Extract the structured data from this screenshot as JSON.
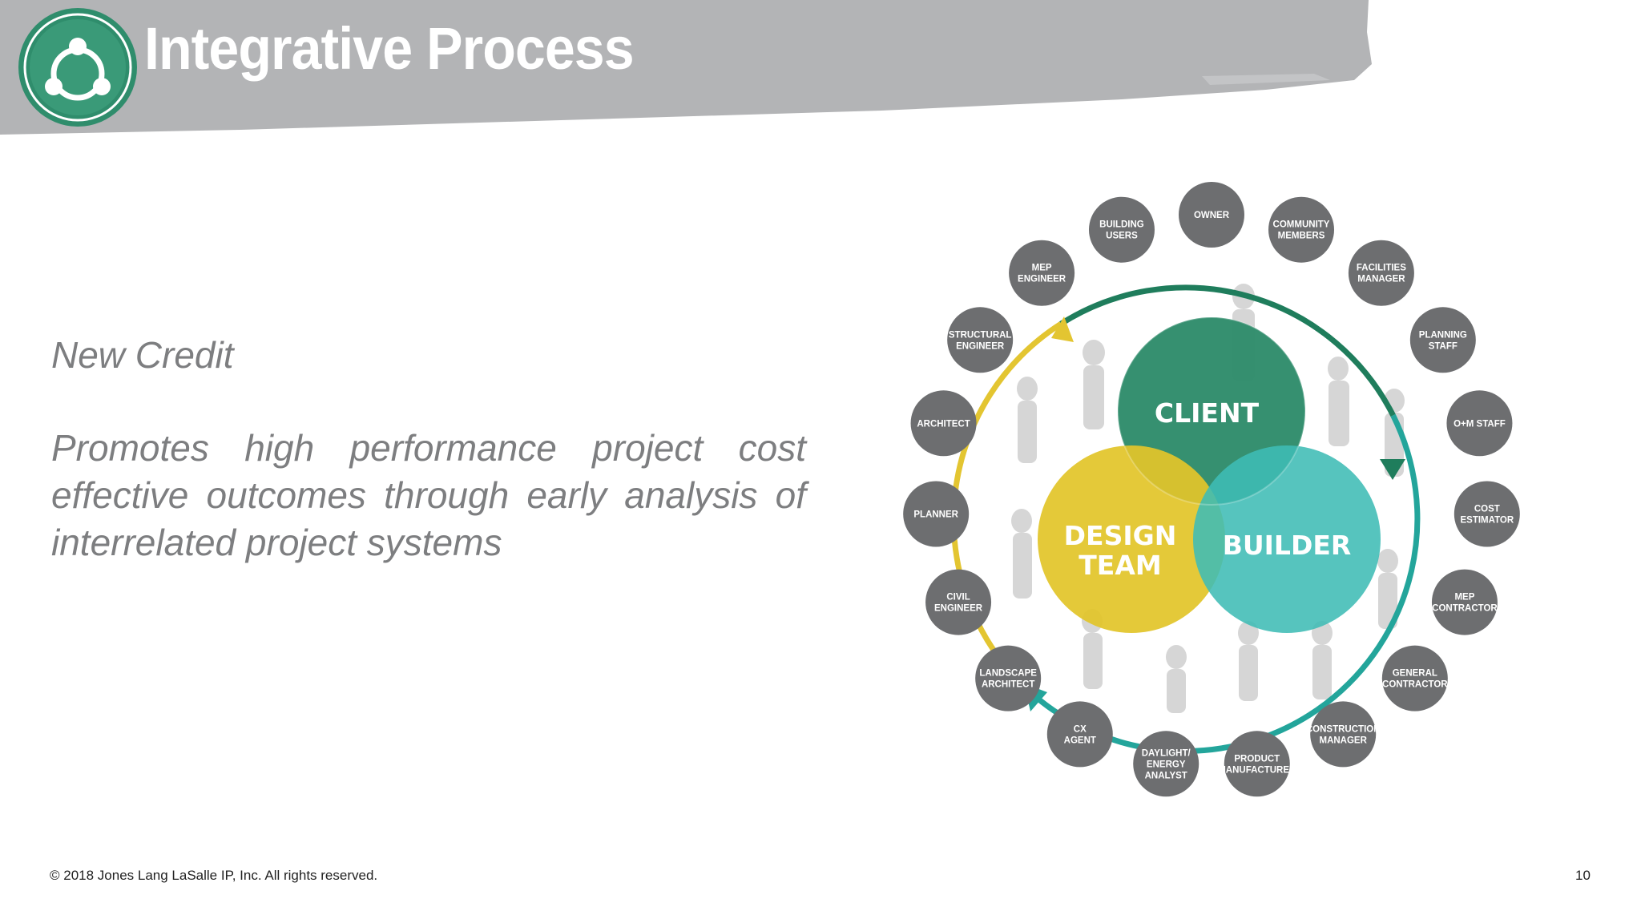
{
  "header": {
    "title": "Integrative Process",
    "logo_icon": "team-cycle-icon"
  },
  "content": {
    "subtitle": "New Credit",
    "description": "Promotes high performance project cost effective outcomes through early analysis of interrelated project systems"
  },
  "diagram": {
    "core": {
      "client": "CLIENT",
      "design_team_line1": "DESIGN",
      "design_team_line2": "TEAM",
      "builder": "BUILDER"
    },
    "roles": [
      {
        "line1": "OWNER",
        "line2": ""
      },
      {
        "line1": "COMMUNITY",
        "line2": "MEMBERS"
      },
      {
        "line1": "FACILITIES",
        "line2": "MANAGER"
      },
      {
        "line1": "PLANNING",
        "line2": "STAFF"
      },
      {
        "line1": "O+M STAFF",
        "line2": ""
      },
      {
        "line1": "COST",
        "line2": "ESTIMATOR"
      },
      {
        "line1": "MEP",
        "line2": "CONTRACTOR"
      },
      {
        "line1": "GENERAL",
        "line2": "CONTRACTOR"
      },
      {
        "line1": "CONSTRUCTION",
        "line2": "MANAGER"
      },
      {
        "line1": "PRODUCT",
        "line2": "MANUFACTURER"
      },
      {
        "line1": "DAYLIGHT/",
        "line2": "ENERGY",
        "line3": "ANALYST"
      },
      {
        "line1": "CX",
        "line2": "AGENT"
      },
      {
        "line1": "LANDSCAPE",
        "line2": "ARCHITECT"
      },
      {
        "line1": "CIVIL",
        "line2": "ENGINEER"
      },
      {
        "line1": "PLANNER",
        "line2": ""
      },
      {
        "line1": "ARCHITECT",
        "line2": ""
      },
      {
        "line1": "STRUCTURAL",
        "line2": "ENGINEER"
      },
      {
        "line1": "MEP",
        "line2": "ENGINEER"
      },
      {
        "line1": "BUILDING",
        "line2": "USERS"
      }
    ],
    "colors": {
      "client": "#2e8b6a",
      "design_team": "#e2c52a",
      "builder": "#3fbcb5",
      "role_circle": "#6d6e70",
      "arc_green": "#1f7d5c",
      "arc_teal": "#23a59b",
      "arc_yellow": "#e3c531"
    }
  },
  "footer": {
    "copyright": "© 2018 Jones Lang LaSalle IP, Inc. All rights reserved.",
    "page_number": "10"
  },
  "colors": {
    "banner": "#b3b4b6",
    "logo_ring": "#3a9a78",
    "body_text": "#7d7e80"
  }
}
